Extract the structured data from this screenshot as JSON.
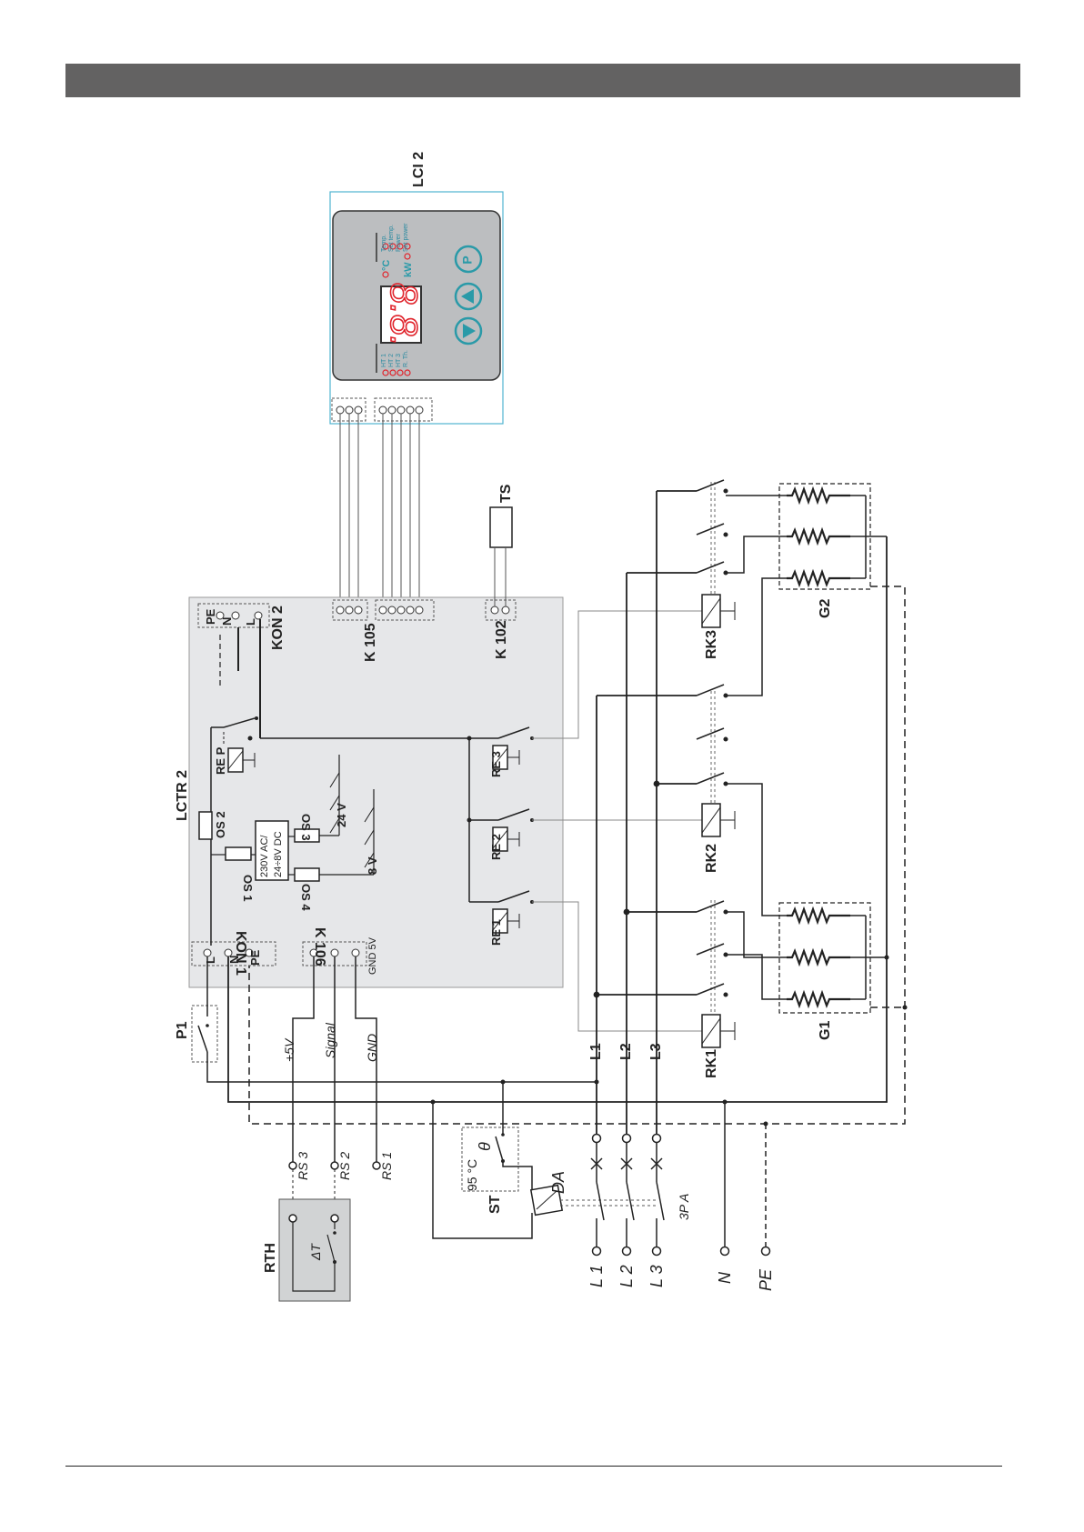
{
  "labels": {
    "lci": "LCI 2",
    "lctr": "LCTR 2",
    "kon2": "KON 2",
    "kon1": "KON 1",
    "k105": "K 105",
    "k102": "K 102",
    "k106": "K 106",
    "ts": "TS",
    "rep": "RE P",
    "re1": "RE 1",
    "re2": "RE 2",
    "re3": "RE 3",
    "rk1": "RK1",
    "rk2": "RK2",
    "rk3": "RK3",
    "g1": "G1",
    "g2": "G2",
    "os1": "OS 1",
    "os2": "OS 2",
    "os3": "OS 3",
    "os4": "OS 4",
    "v24": "24 V",
    "v8": "8 V",
    "psu_line1": "230V AC/",
    "psu_line2": "24÷8V DC",
    "gnd5v": "GND 5V",
    "p1": "P1",
    "plus5v": "+5V",
    "signal": "Signal",
    "gnd": "GND",
    "l1": "L1",
    "l2": "L2",
    "l3": "L3",
    "rs1": "RS 1",
    "rs2": "RS 2",
    "rs3": "RS 3",
    "rth": "RTH",
    "delta_t": "ΔT",
    "st": "ST",
    "st_temp": "95 °C",
    "theta": "θ",
    "da": "DA",
    "p3a": "3P A",
    "in_l1": "L 1",
    "in_l2": "L 2",
    "in_l3": "L 3",
    "in_n": "N",
    "in_pe": "PE",
    "pin_pe": "PE",
    "pin_n": "N",
    "pin_l": "L"
  },
  "panel": {
    "display": "8.8.",
    "button_p": "P",
    "unit_c": "°C",
    "unit_kw": "kW",
    "ind_right": [
      "Temp.",
      "Set temp.",
      "Power",
      "Set power"
    ],
    "ind_left": [
      "HT 1",
      "HT 2",
      "HT 3",
      "R. Th."
    ]
  },
  "colors": {
    "header_bar": "#636262",
    "board_bg": "#e6e7e9",
    "panel_bg": "#bcbec0",
    "accent_teal": "#2a9aa8",
    "display_red": "#e0242c"
  }
}
